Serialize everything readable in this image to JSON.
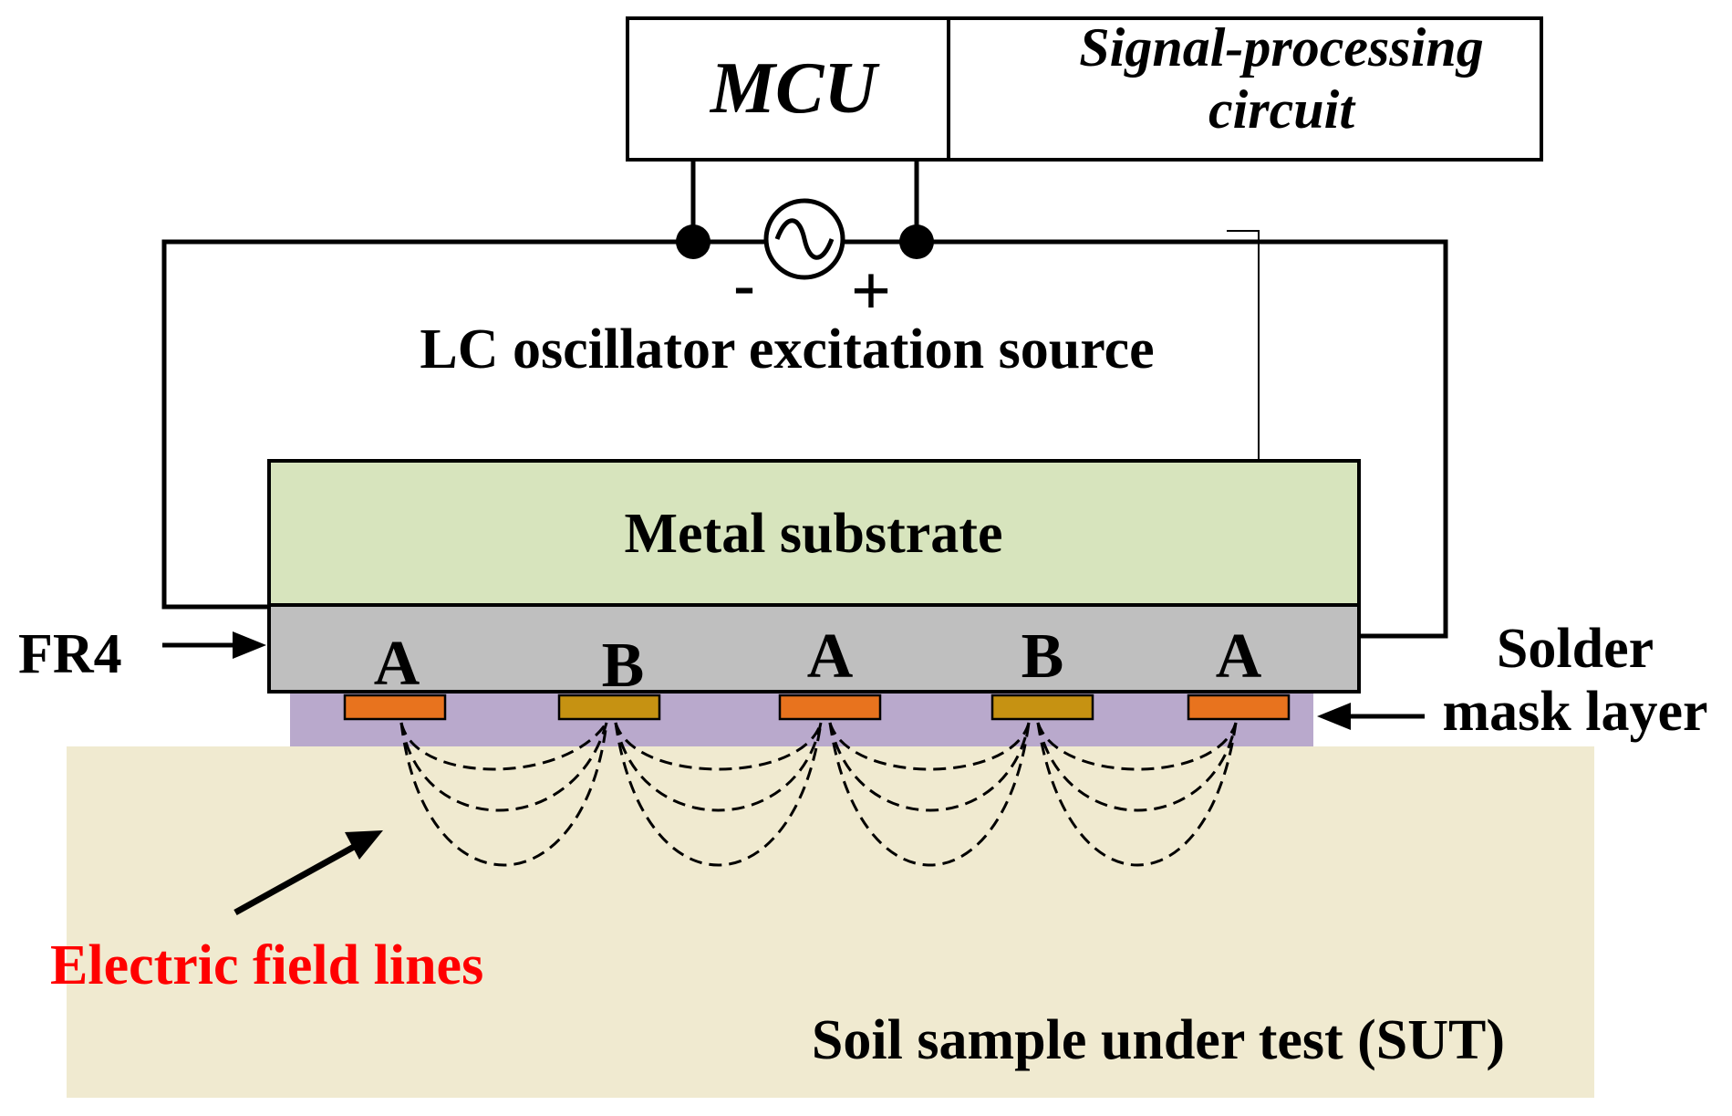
{
  "labels": {
    "mcu": "MCU",
    "signal_processing_line1": "Signal-processing",
    "signal_processing_line2": "circuit",
    "minus": "-",
    "plus": "+",
    "lc_source": "LC oscillator excitation source",
    "metal_substrate": "Metal substrate",
    "fr4": "FR4",
    "solder_line1": "Solder",
    "solder_line2": "mask layer",
    "electric_field": "Electric field lines",
    "soil": "Soil sample under test (SUT)"
  },
  "electrodes": [
    "A",
    "B",
    "A",
    "B",
    "A"
  ],
  "colors": {
    "line": "#000000",
    "metal_substrate": "#d7e4bd",
    "fr4": "#bfbfbf",
    "solder_mask": "#b9a9cc",
    "soil": "#f0ead0",
    "electrode_a": "#e8731e",
    "electrode_b": "#c69212",
    "electric_field_label": "#ff0000"
  }
}
